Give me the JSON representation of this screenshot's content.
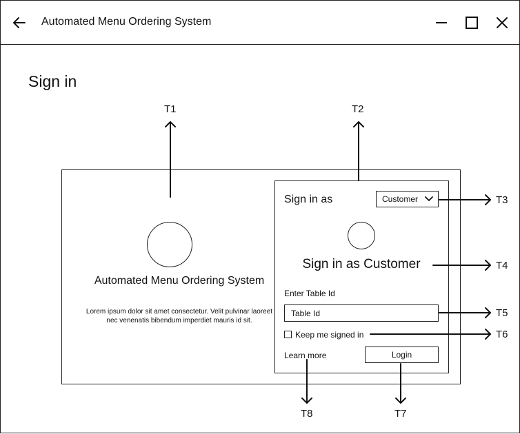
{
  "window": {
    "title": "Automated Menu Ordering System"
  },
  "page": {
    "title": "Sign in"
  },
  "brand": {
    "name": "Automated Menu Ordering System",
    "description": "Lorem ipsum dolor sit amet consectetur. Velit pulvinar laoreet nec venenatis bibendum imperdiet mauris id sit."
  },
  "login": {
    "sign_in_as_label": "Sign in as",
    "role_selected": "Customer",
    "heading": "Sign in as Customer",
    "table_id_label": "Enter Table Id",
    "table_id_placeholder": "Table Id",
    "table_id_value": "",
    "keep_signed_in_label": "Keep me signed in",
    "keep_signed_in_checked": false,
    "learn_more_label": "Learn more",
    "login_button_label": "Login"
  },
  "annotations": {
    "t1": "T1",
    "t2": "T2",
    "t3": "T3",
    "t4": "T4",
    "t5": "T5",
    "t6": "T6",
    "t7": "T7",
    "t8": "T8"
  },
  "icons": {
    "back": "back-arrow-icon",
    "minimize": "minimize-icon",
    "maximize": "maximize-icon",
    "close": "close-icon",
    "dropdown": "chevron-down-icon"
  },
  "colors": {
    "stroke": "#222222",
    "background": "#ffffff"
  }
}
